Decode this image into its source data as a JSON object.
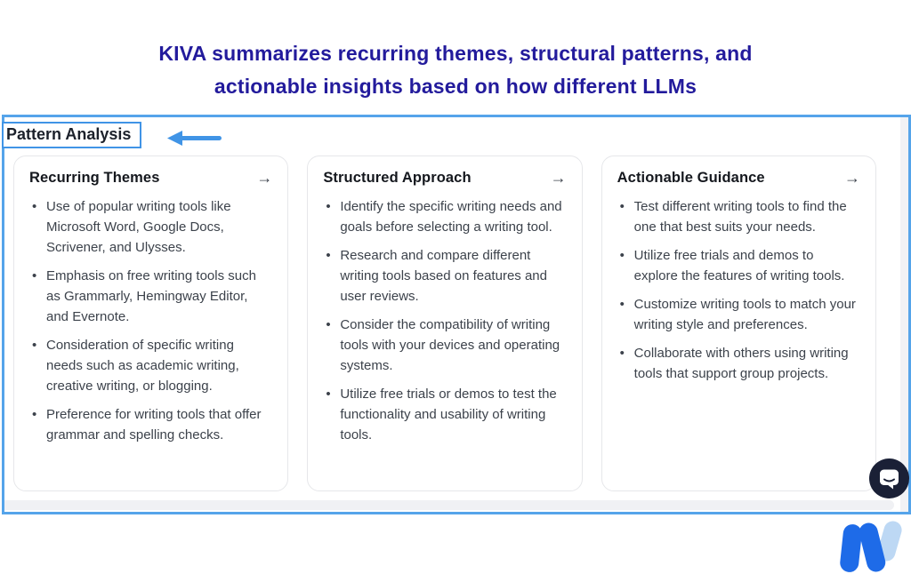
{
  "title": {
    "line1": "KIVA summarizes recurring themes, structural patterns, and",
    "line2": "actionable insights based on how different LLMs"
  },
  "panel": {
    "heading": "Pattern Analysis",
    "card_arrow": "→",
    "cards": [
      {
        "title": "Recurring Themes",
        "bullets": [
          "Use of popular writing tools like Microsoft Word, Google Docs, Scrivener, and Ulysses.",
          "Emphasis on free writing tools such as Grammarly, Hemingway Editor, and Evernote.",
          "Consideration of specific writing needs such as academic writing, creative writing, or blogging.",
          "Preference for writing tools that offer grammar and spelling checks."
        ]
      },
      {
        "title": "Structured Approach",
        "bullets": [
          "Identify the specific writing needs and goals before selecting a writing tool.",
          "Research and compare different writing tools based on features and user reviews.",
          "Consider the compatibility of writing tools with your devices and operating systems.",
          "Utilize free trials or demos to test the functionality and usability of writing tools."
        ]
      },
      {
        "title": "Actionable Guidance",
        "bullets": [
          "Test different writing tools to find the one that best suits your needs.",
          "Utilize free trials and demos to explore the features of writing tools.",
          "Customize writing tools to match your writing style and preferences.",
          "Collaborate with others using writing tools that support group projects."
        ]
      }
    ]
  },
  "icons": {
    "annotation_arrow": "left-arrow-icon",
    "chat": "chat-bubble-icon",
    "logo": "writesonic-w-logo"
  },
  "colors": {
    "title_text": "#231b9c",
    "panel_border": "#55a4ea",
    "heading_box_border": "#4094e6",
    "annotation_arrow": "#4094e6",
    "card_border": "#e6e7ea",
    "card_title_text": "#15181e",
    "body_text": "#3c424b",
    "chat_button_bg": "#1a2036",
    "logo_blue": "#1e6be8",
    "logo_light_blue": "#bdd8f4"
  }
}
